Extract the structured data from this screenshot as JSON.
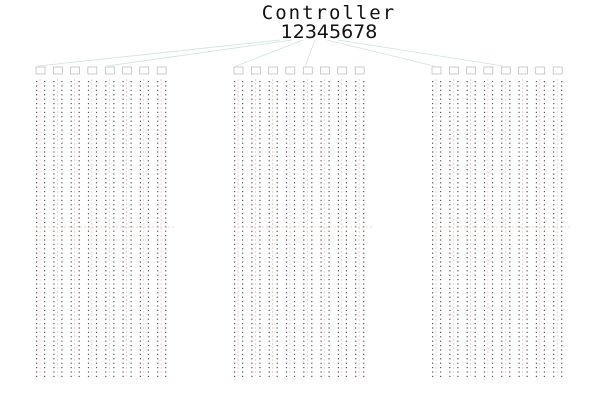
{
  "controller": {
    "title": "Controller",
    "ports": "12345678"
  },
  "diagram": {
    "groups": 3,
    "columns_per_group": 8,
    "colors": {
      "link": "#cfe3e0",
      "dot": "#555555",
      "divider": "#f2a0a0",
      "box": "#999999"
    }
  }
}
